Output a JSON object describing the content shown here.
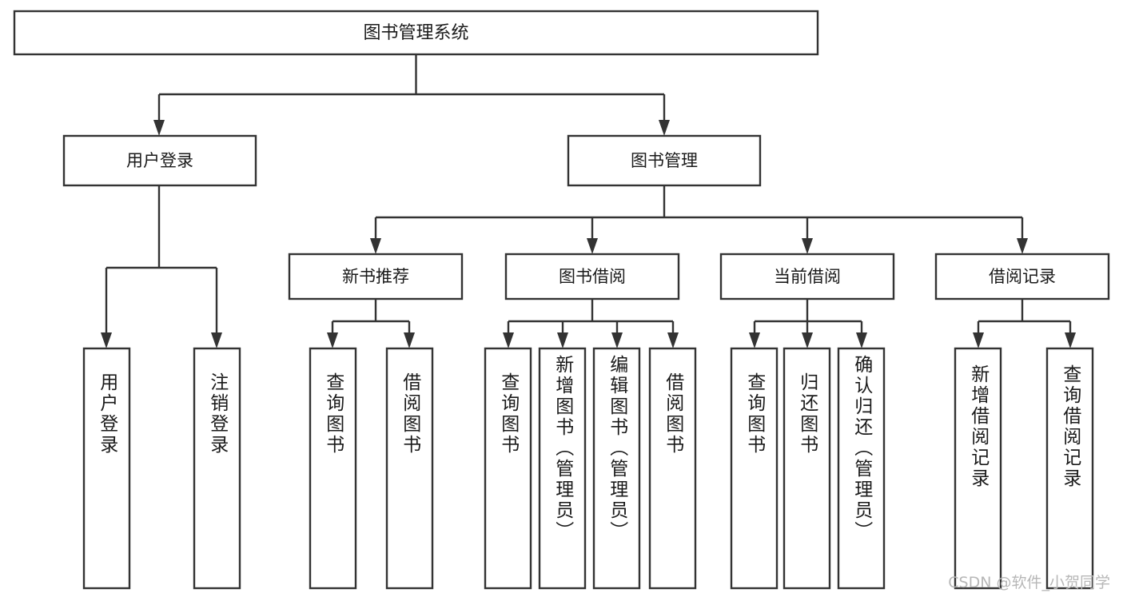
{
  "diagram": {
    "title": "图书管理系统",
    "type": "tree",
    "orientation": "top-down",
    "colors": {
      "stroke": "#333333",
      "box_fill": "#ffffff",
      "text": "#1a1a1a",
      "background": "#ffffff",
      "watermark": "#b7b7b7"
    },
    "root": {
      "label": "图书管理系统"
    },
    "level2": [
      {
        "label": "用户登录"
      },
      {
        "label": "图书管理"
      }
    ],
    "level3": [
      {
        "label": "新书推荐"
      },
      {
        "label": "图书借阅"
      },
      {
        "label": "当前借阅"
      },
      {
        "label": "借阅记录"
      }
    ],
    "leaves": {
      "user_login": [
        {
          "label": "用户登录"
        },
        {
          "label": "注销登录"
        }
      ],
      "new_book_recommend": [
        {
          "label": "查询图书"
        },
        {
          "label": "借阅图书"
        }
      ],
      "book_borrow": [
        {
          "label": "查询图书"
        },
        {
          "label": "新增图书（管理员）"
        },
        {
          "label": "编辑图书（管理员）"
        },
        {
          "label": "借阅图书"
        }
      ],
      "current_borrow": [
        {
          "label": "查询图书"
        },
        {
          "label": "归还图书"
        },
        {
          "label": "确认归还（管理员）"
        }
      ],
      "borrow_record": [
        {
          "label": "新增借阅记录"
        },
        {
          "label": "查询借阅记录"
        }
      ]
    },
    "edges": [
      {
        "from": "图书管理系统",
        "to": "用户登录"
      },
      {
        "from": "图书管理系统",
        "to": "图书管理"
      },
      {
        "from": "用户登录",
        "to": "用户登录"
      },
      {
        "from": "用户登录",
        "to": "注销登录"
      },
      {
        "from": "图书管理",
        "to": "新书推荐"
      },
      {
        "from": "图书管理",
        "to": "图书借阅"
      },
      {
        "from": "图书管理",
        "to": "当前借阅"
      },
      {
        "from": "图书管理",
        "to": "借阅记录"
      },
      {
        "from": "新书推荐",
        "to": "查询图书"
      },
      {
        "from": "新书推荐",
        "to": "借阅图书"
      },
      {
        "from": "图书借阅",
        "to": "查询图书"
      },
      {
        "from": "图书借阅",
        "to": "新增图书（管理员）"
      },
      {
        "from": "图书借阅",
        "to": "编辑图书（管理员）"
      },
      {
        "from": "图书借阅",
        "to": "借阅图书"
      },
      {
        "from": "当前借阅",
        "to": "查询图书"
      },
      {
        "from": "当前借阅",
        "to": "归还图书"
      },
      {
        "from": "当前借阅",
        "to": "确认归还（管理员）"
      },
      {
        "from": "借阅记录",
        "to": "新增借阅记录"
      },
      {
        "from": "借阅记录",
        "to": "查询借阅记录"
      }
    ]
  },
  "watermark": {
    "text": "CSDN @软件_小贺同学"
  }
}
